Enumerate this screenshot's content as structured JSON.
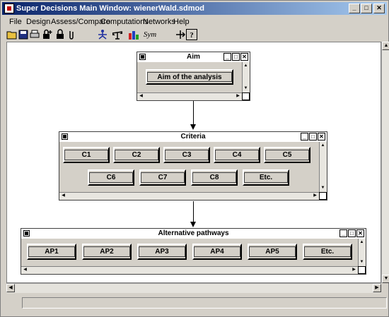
{
  "window": {
    "title": "Super Decisions Main Window: wienerWald.sdmod",
    "min_glyph": "_",
    "max_glyph": "□",
    "close_glyph": "✕"
  },
  "menu": [
    "File",
    "Design",
    "Assess/Compare",
    "Computations",
    "Networks",
    "Help"
  ],
  "toolbar": {
    "icons": [
      "open-folder-icon",
      "save-icon",
      "print-icon",
      "lock-plus-icon",
      "lock-icon",
      "attach-icon",
      "network-icon",
      "balance-icon",
      "bar-chart-icon",
      "sym-icon",
      "pin-icon",
      "help-icon"
    ],
    "sym_label": "Sym",
    "help_label": "?"
  },
  "clusters": {
    "aim": {
      "title": "Aim",
      "nodes": [
        "Aim of the analysis"
      ]
    },
    "criteria": {
      "title": "Criteria",
      "nodes": [
        "C1",
        "C2",
        "C3",
        "C4",
        "C5",
        "C6",
        "C7",
        "C8",
        "Etc."
      ]
    },
    "alternatives": {
      "title": "Alternative pathways",
      "nodes": [
        "AP1",
        "AP2",
        "AP3",
        "AP4",
        "AP5",
        "Etc."
      ]
    }
  },
  "colors": {
    "titlebar_start": "#0a246a",
    "titlebar_end": "#a6caf0",
    "chrome": "#d4d0c8"
  }
}
